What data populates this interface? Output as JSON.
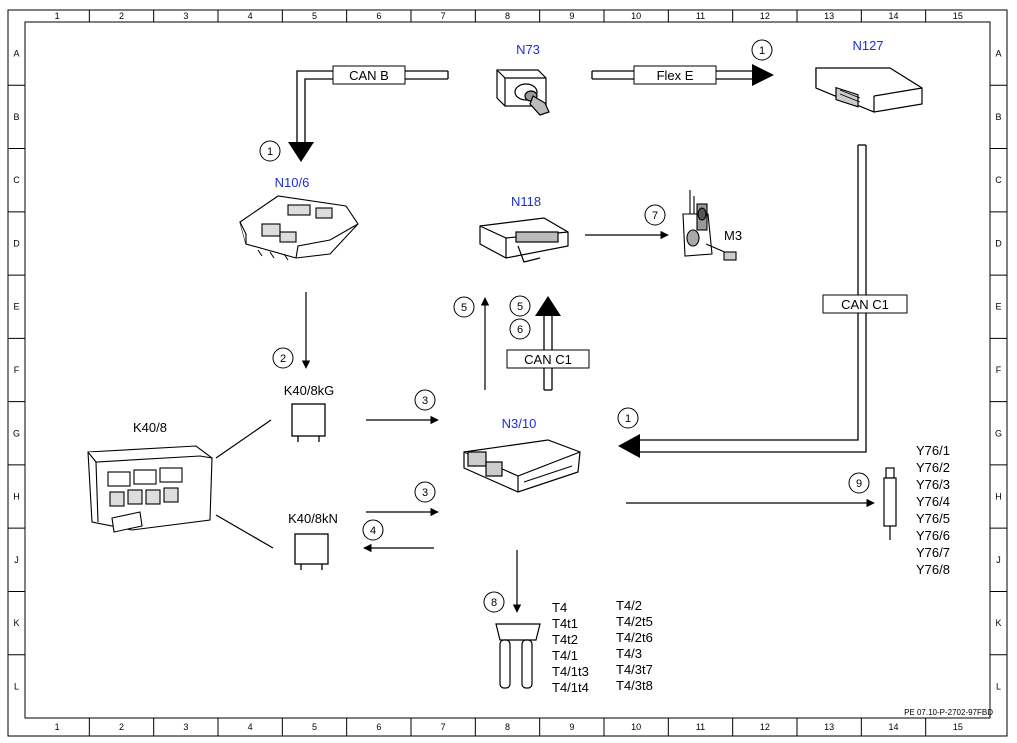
{
  "frame": {
    "columns": [
      "1",
      "2",
      "3",
      "4",
      "5",
      "6",
      "7",
      "8",
      "9",
      "10",
      "11",
      "12",
      "13",
      "14",
      "15"
    ],
    "rows": [
      "A",
      "B",
      "C",
      "D",
      "E",
      "F",
      "G",
      "H",
      "J",
      "K",
      "L"
    ]
  },
  "components": {
    "n73": "N73",
    "n127": "N127",
    "n10_6": "N10/6",
    "n118": "N118",
    "m3": "M3",
    "n3_10": "N3/10",
    "k40_8": "K40/8",
    "k40_8kg": "K40/8kG",
    "k40_8kn": "K40/8kN"
  },
  "buses": {
    "can_b": "CAN B",
    "flex_e": "Flex E",
    "can_c1_right": "CAN C1",
    "can_c1_mid": "CAN C1"
  },
  "circles": {
    "c1_top": "1",
    "c1_left": "1",
    "c1_mid": "1",
    "c2": "2",
    "c3_top": "3",
    "c3_bottom": "3",
    "c4": "4",
    "c5_left": "5",
    "c5_right": "5",
    "c6": "6",
    "c7": "7",
    "c8": "8",
    "c9": "9"
  },
  "t4_col1": [
    "T4",
    "T4t1",
    "T4t2",
    "T4/1",
    "T4/1t3",
    "T4/1t4"
  ],
  "t4_col2": [
    "T4/2",
    "T4/2t5",
    "T4/2t6",
    "T4/3",
    "T4/3t7",
    "T4/3t8"
  ],
  "y76_list": [
    "Y76/1",
    "Y76/2",
    "Y76/3",
    "Y76/4",
    "Y76/5",
    "Y76/6",
    "Y76/7",
    "Y76/8"
  ],
  "footer_code": "PE 07.10-P-2702-97FBD",
  "colors": {
    "component_label": "#1a2fd6",
    "line": "#000000"
  }
}
